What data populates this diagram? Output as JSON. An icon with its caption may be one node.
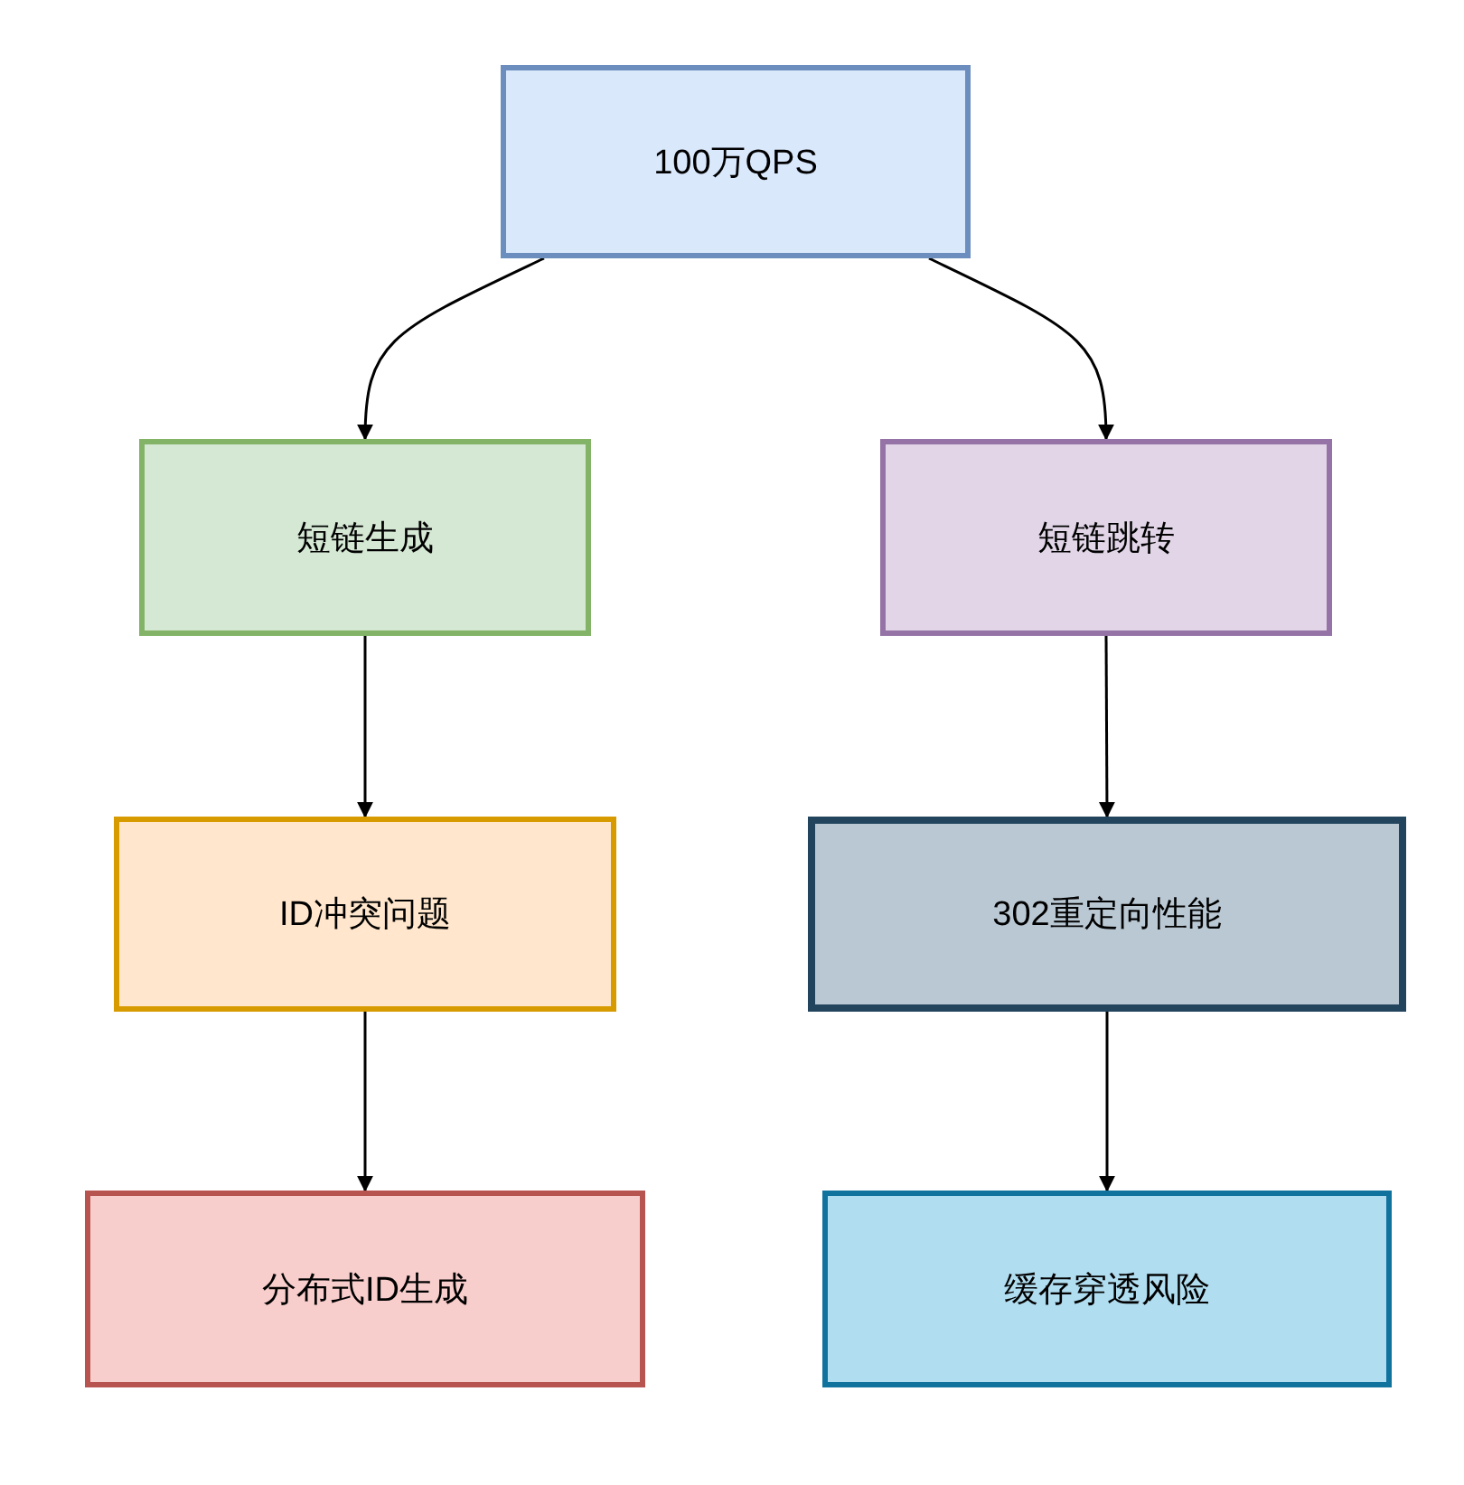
{
  "diagram": {
    "nodes": [
      {
        "text": [
          "100万QPS"
        ]
      },
      {
        "text": [
          "短链生成"
        ]
      },
      {
        "text": [
          "短链跳转"
        ]
      },
      {
        "text": [
          "ID冲突问题"
        ]
      },
      {
        "text": [
          "302重定向性能"
        ]
      },
      {
        "text": [
          "分布式ID生成"
        ]
      },
      {
        "text": [
          "缓存穿透风险"
        ]
      }
    ],
    "edges": [
      {
        "from": 0,
        "to": 1,
        "arrow": "to"
      },
      {
        "from": 0,
        "to": 2,
        "arrow": "to"
      },
      {
        "from": 1,
        "to": 3,
        "arrow": "to"
      },
      {
        "from": 2,
        "to": 4,
        "arrow": "to"
      },
      {
        "from": 3,
        "to": 5,
        "arrow": "to"
      },
      {
        "from": 4,
        "to": 6,
        "arrow": "to"
      }
    ]
  }
}
